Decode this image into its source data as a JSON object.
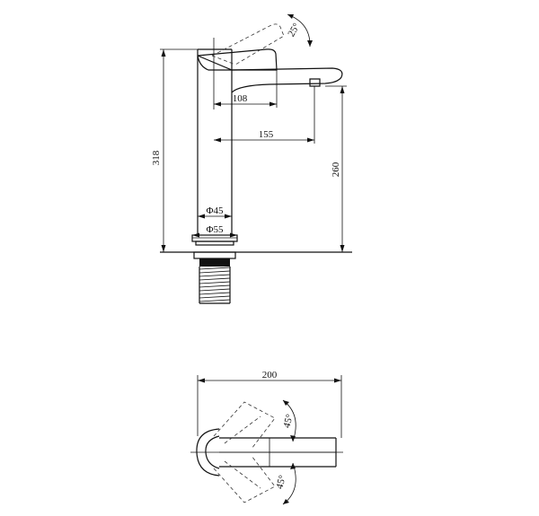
{
  "side_view": {
    "dim_overall_height": "318",
    "dim_spout_height": "260",
    "dim_lever_reach": "108",
    "dim_spout_reach": "155",
    "dim_body_diameter": "Φ45",
    "dim_base_diameter": "Φ55",
    "dim_lever_angle": "25°"
  },
  "top_view": {
    "dim_overall_length": "200",
    "dim_angle_upper": "45°",
    "dim_angle_lower": "45°"
  }
}
